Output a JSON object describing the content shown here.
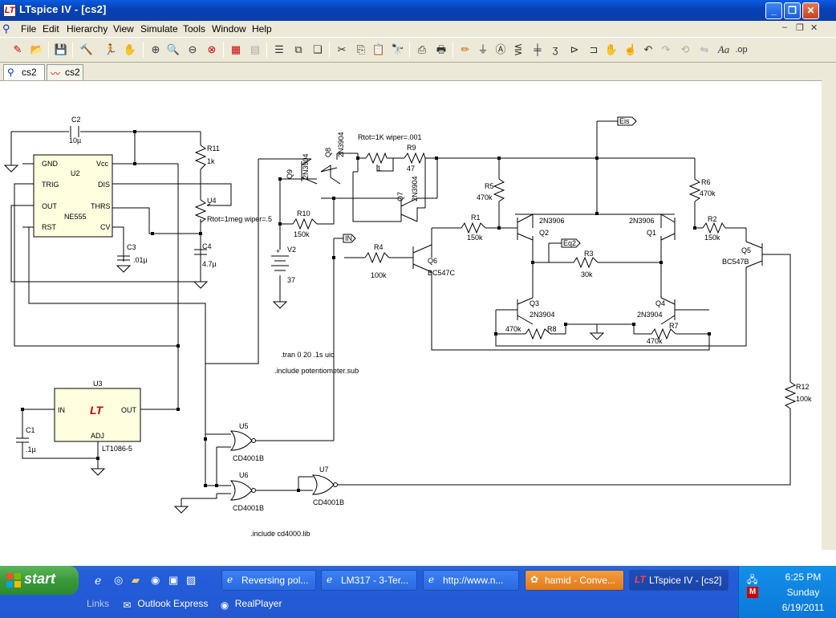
{
  "window": {
    "title": "LTspice IV - [cs2]",
    "app_icon": "LT"
  },
  "menubar": {
    "items": [
      "File",
      "Edit",
      "Hierarchy",
      "View",
      "Simulate",
      "Tools",
      "Window",
      "Help"
    ]
  },
  "tabs": [
    {
      "label": "cs2",
      "icon": "schematic-icon"
    },
    {
      "label": "cs2",
      "icon": "waveform-icon"
    }
  ],
  "schematic": {
    "labels": {
      "c2": "C2",
      "c2v": "10µ",
      "r11": "R11",
      "r11v": "1k",
      "gnd": "GND",
      "vcc": "Vcc",
      "u2": "U2",
      "trig": "TRIG",
      "dis": "DIS",
      "out": "OUT",
      "thrs": "THRS",
      "ne555": "NE555",
      "rst": "RST",
      "cv": "CV",
      "u4": "U4",
      "pot1": "Rtot=1meg wiper=.5",
      "c4": "C4",
      "c4v": "4.7µ",
      "c3": "C3",
      "c3v": ".01µ",
      "q9": "Q9",
      "q9m": "2N3904",
      "q8": "Q8",
      "q8m": "2N3904",
      "pot2": "Rtot=1K wiper=.001",
      "r9": "R9",
      "r9v": "47",
      "one": "1",
      "q7": "Q7",
      "q7m": "2N3904",
      "r10": "R10",
      "r10v": "150k",
      "v2": "V2",
      "v2v": "37",
      "in": "IN",
      "eis": "Eis",
      "r5": "R5",
      "r5v": "470k",
      "r6": "R6",
      "r6v": "470k",
      "q2m": "2N3906",
      "q1m": "2N3906",
      "q2": "Q2",
      "q1": "Q1",
      "r1": "R1",
      "r1v": "150k",
      "r2": "R2",
      "r2v": "150k",
      "eq2": "Eq2",
      "r3": "R3",
      "r3v": "30k",
      "r4": "R4",
      "r4v": "100k",
      "q6": "Q6",
      "q6m": "BC547C",
      "q5": "Q5",
      "q5m": "BC547B",
      "q3": "Q3",
      "q3m": "2N3904",
      "q4": "Q4",
      "q4m": "2N3904",
      "r8": "R8",
      "r8v": "470k",
      "r7": "R7",
      "r7v": "470k",
      "tran": ".tran 0 20 .1s uic",
      "inc1": ".include potentiometer.sub",
      "u3": "U3",
      "in3": "IN",
      "out3": "OUT",
      "adj": "ADJ",
      "lt1086": "LT1086-5",
      "c1": "C1",
      "c1v": ".1µ",
      "u5": "U5",
      "u5m": "CD4001B",
      "u6": "U6",
      "u6m": "CD4001B",
      "u7": "U7",
      "u7m": "CD4001B",
      "r12": "R12",
      "r12v": "100k",
      "inc2": ".include cd4000.lib"
    }
  },
  "taskbar": {
    "start": "start",
    "buttons": [
      "Reversing pol...",
      "LM317 - 3-Ter...",
      "http://www.n...",
      "hamid - Conve...",
      "LTspice IV - [cs2]"
    ],
    "quicklaunch_label": "Links",
    "quick": [
      "Outlook Express",
      "RealPlayer"
    ],
    "time": "6:25 PM",
    "day": "Sunday",
    "date": "6/19/2011"
  }
}
